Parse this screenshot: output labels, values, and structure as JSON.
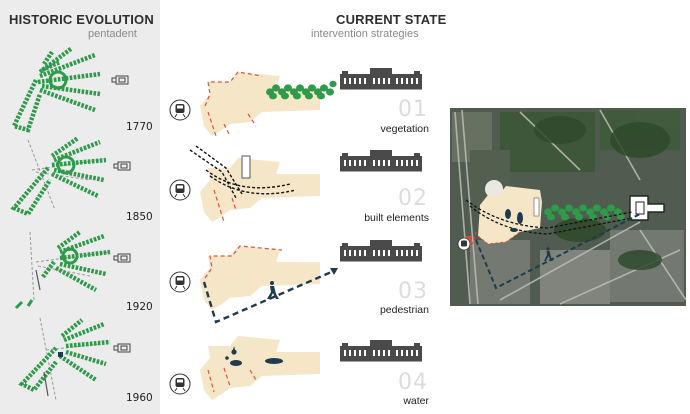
{
  "historic": {
    "title": "HISTORIC EVOLUTION",
    "subtitle": "pentadent",
    "years": [
      "1770",
      "1850",
      "1920",
      "1960"
    ]
  },
  "current": {
    "title": "CURRENT STATE",
    "subtitle": "intervention strategies",
    "strategies": [
      {
        "number": "01",
        "label": "vegetation"
      },
      {
        "number": "02",
        "label": "built elements"
      },
      {
        "number": "03",
        "label": "pedestrian"
      },
      {
        "number": "04",
        "label": "water"
      }
    ]
  },
  "colors": {
    "green": "#2e9a4a",
    "sand": "#f6e6c8",
    "red_dash": "#d9533b",
    "navy": "#1f3b4d",
    "panel": "#ececec",
    "palace": "#444444"
  }
}
